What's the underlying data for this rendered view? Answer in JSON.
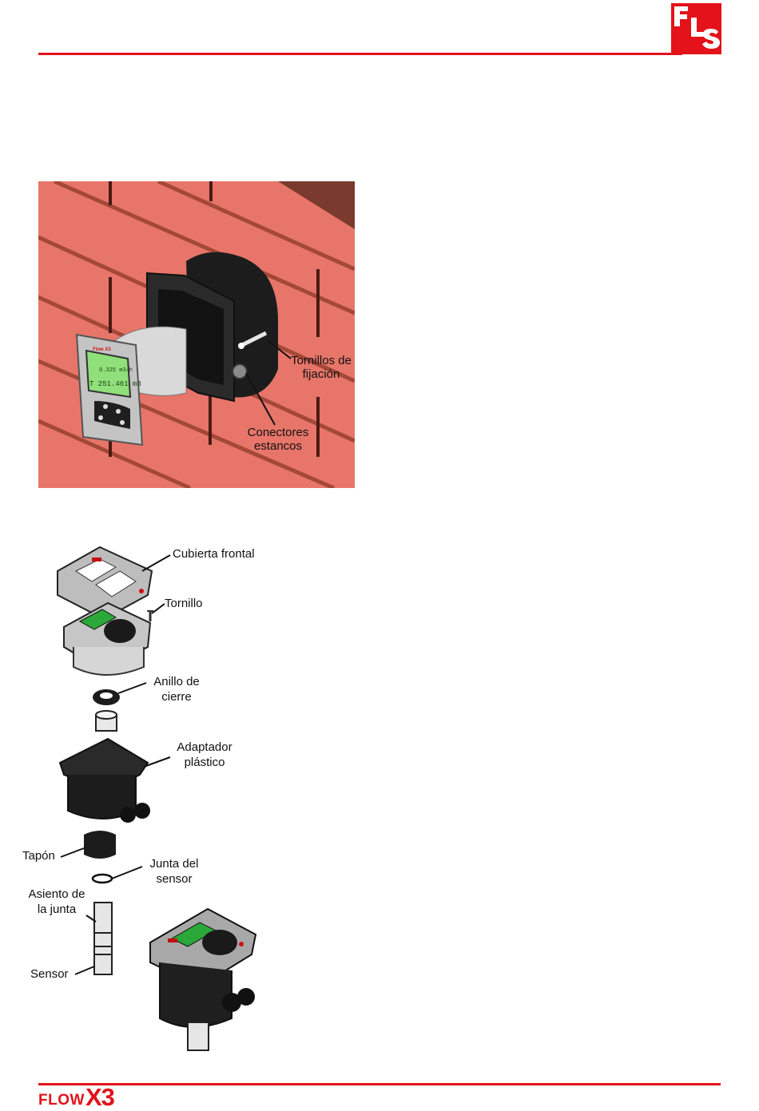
{
  "header": {
    "logo_text": "FLS",
    "accent_color": "#e3121b"
  },
  "figure_mounting": {
    "device_brand": "Flow X3",
    "display_lines": [
      "0.325 m3/h",
      "T 251.461 m3"
    ],
    "labels": {
      "fixing_screws_line1": "Tornillos de",
      "fixing_screws_line2": "fijación",
      "sealed_connectors_line1": "Conectores",
      "sealed_connectors_line2": "estancos"
    },
    "wall_color": "#e8756a"
  },
  "figure_exploded": {
    "labels": {
      "front_cover": "Cubierta frontal",
      "screw": "Tornillo",
      "locking_ring_line1": "Anillo de",
      "locking_ring_line2": "cierre",
      "plastic_adapter_line1": "Adaptador",
      "plastic_adapter_line2": "plástico",
      "cap": "Tapón",
      "sensor_gasket_line1": "Junta del",
      "sensor_gasket_line2": "sensor",
      "gasket_seat_line1": "Asiento de",
      "gasket_seat_line2": "la junta",
      "sensor": "Sensor"
    }
  },
  "footer": {
    "logo_flow": "FLOW",
    "logo_x3": "X3"
  }
}
